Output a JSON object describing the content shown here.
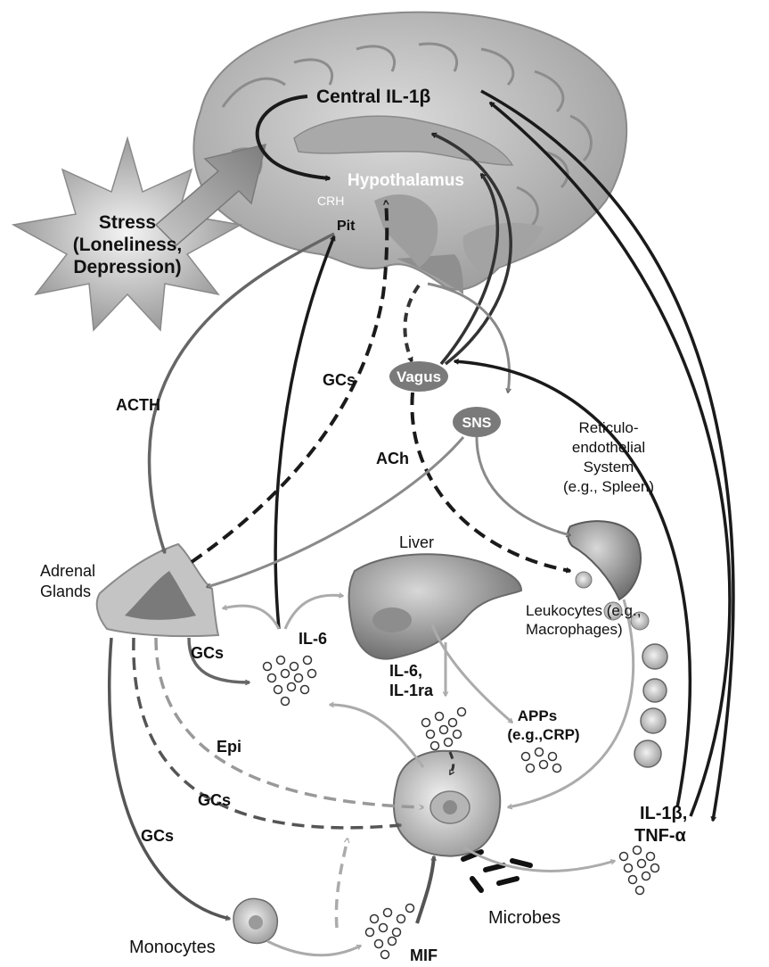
{
  "labels": {
    "central_il1b": "Central IL-1β",
    "hypothalamus": "Hypothalamus",
    "crh": "CRH",
    "pit": "Pit",
    "stress_line1": "Stress",
    "stress_line2": "(Loneliness,",
    "stress_line3": "Depression)",
    "acth": "ACTH",
    "gcs_brain": "GCs",
    "vagus": "Vagus",
    "sns": "SNS",
    "ach": "ACh",
    "res_line1": "Reticulo-",
    "res_line2": "endothelial",
    "res_line3": "System",
    "res_line4": "(e.g., Spleen)",
    "adrenal_line1": "Adrenal",
    "adrenal_line2": "Glands",
    "liver": "Liver",
    "leuko_line1": "Leukocytes (e.g.,",
    "leuko_line2": "Macrophages)",
    "gcs_il6": "GCs",
    "il6": "IL-6",
    "il6_liver_line1": "IL-6,",
    "il6_liver_line2": "IL-1ra",
    "apps_line1": "APPs",
    "apps_line2": "(e.g.,CRP)",
    "epi": "Epi",
    "gcs_macro": "GCs",
    "gcs_mono": "GCs",
    "il1b_tnf_line1": "IL-1β,",
    "il1b_tnf_line2": "TNF-α",
    "monocytes": "Monocytes",
    "microbes": "Microbes",
    "mif": "MIF"
  },
  "colors": {
    "dark_arrow": "#1a1a1a",
    "mid_arrow": "#666666",
    "light_arrow": "#ababab",
    "oval": "#7a7a7a",
    "brain": "#c9c9c9"
  }
}
